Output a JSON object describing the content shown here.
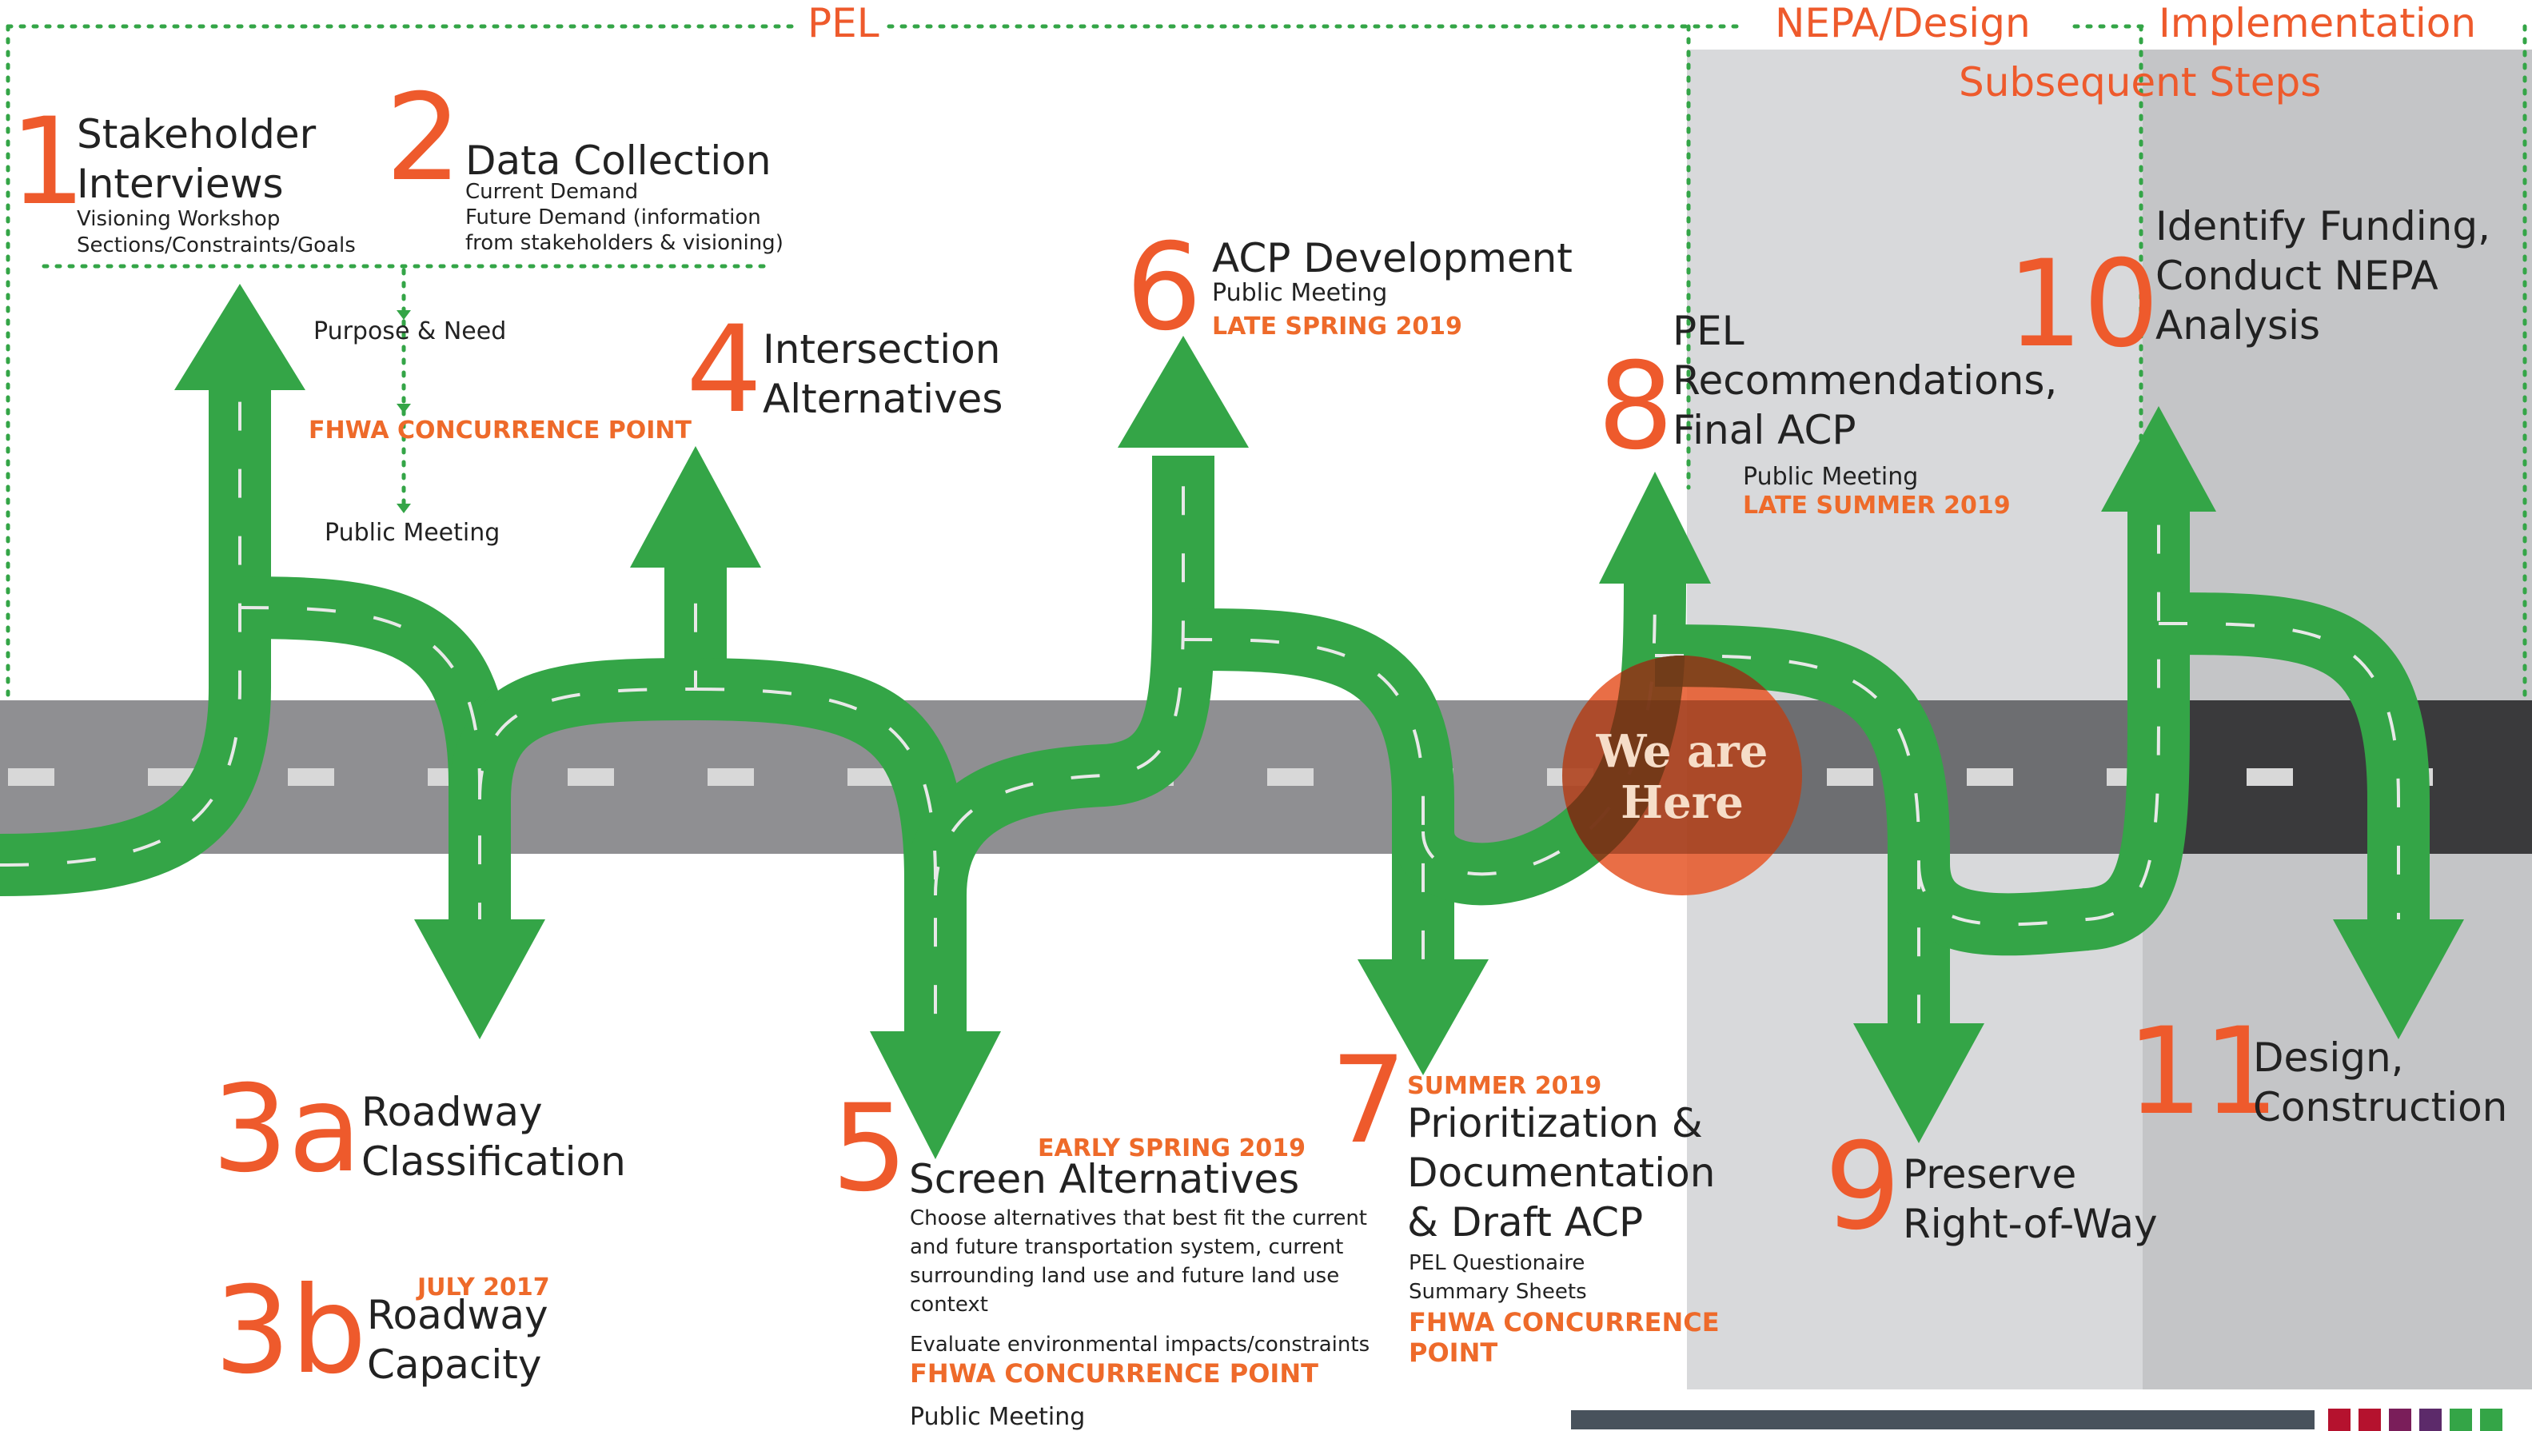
{
  "phases": {
    "pel": "PEL",
    "nepa": "NEPA/Design",
    "implementation": "Implementation",
    "subsequent": "Subsequent Steps"
  },
  "steps": {
    "s1": {
      "num": "1",
      "title": [
        "Stakeholder",
        "Interviews"
      ],
      "details": [
        "Visioning Workshop",
        "Sections/Constraints/Goals"
      ]
    },
    "s2": {
      "num": "2",
      "title": [
        "Data Collection"
      ],
      "details": [
        "Current Demand",
        "Future Demand (information",
        "from stakeholders & visioning)"
      ]
    },
    "branch": {
      "purpose": "Purpose & Need",
      "fhwa": "FHWA CONCURRENCE POINT",
      "meeting": "Public Meeting"
    },
    "s3a": {
      "num": "3a",
      "title": [
        "Roadway",
        "Classification"
      ]
    },
    "s3b": {
      "num": "3b",
      "date": "JULY 2017",
      "title": [
        "Roadway",
        "Capacity"
      ]
    },
    "s4": {
      "num": "4",
      "title": [
        "Intersection",
        "Alternatives"
      ]
    },
    "s5": {
      "num": "5",
      "date": "EARLY SPRING 2019",
      "title": [
        "Screen Alternatives"
      ],
      "details": [
        "Choose alternatives that best fit the current",
        "and future transportation system, current",
        "surrounding land use and future land use",
        "context"
      ],
      "evaluate": "Evaluate environmental impacts/constraints",
      "fhwa": "FHWA CONCURRENCE POINT",
      "meeting": "Public Meeting"
    },
    "s6": {
      "num": "6",
      "title": [
        "ACP Development"
      ],
      "meeting": "Public Meeting",
      "date": "LATE SPRING 2019"
    },
    "s7": {
      "num": "7",
      "date": "SUMMER 2019",
      "title": [
        "Prioritization &",
        "Documentation",
        "& Draft ACP"
      ],
      "details": [
        "PEL Questionaire",
        "Summary Sheets"
      ],
      "fhwa": [
        "FHWA CONCURRENCE",
        "POINT"
      ]
    },
    "s8": {
      "num": "8",
      "title": [
        "PEL",
        "Recommendations,",
        "Final ACP"
      ],
      "meeting": "Public Meeting",
      "date": "LATE SUMMER 2019"
    },
    "s9": {
      "num": "9",
      "title": [
        "Preserve",
        "Right-of-Way"
      ]
    },
    "s10": {
      "num": "10",
      "title": [
        "Identify Funding,",
        "Conduct NEPA",
        "Analysis"
      ]
    },
    "s11": {
      "num": "11",
      "title": [
        "Design,",
        "Construction"
      ]
    }
  },
  "marker": {
    "lines": [
      "We are",
      "Here"
    ]
  },
  "colors": {
    "green": "#34a547",
    "orange": "#ee5a2c",
    "road_light": "#8f8f92",
    "road_mid": "#6d6e71",
    "road_dark": "#3a3a3c",
    "panel_light": "#d8d9db",
    "panel_dark": "#c4c5c7",
    "marker": "#e65a2c",
    "squares": [
      "#b5122e",
      "#b5122e",
      "#7a1e5a",
      "#5c2a6a",
      "#34a547",
      "#34a547"
    ]
  }
}
